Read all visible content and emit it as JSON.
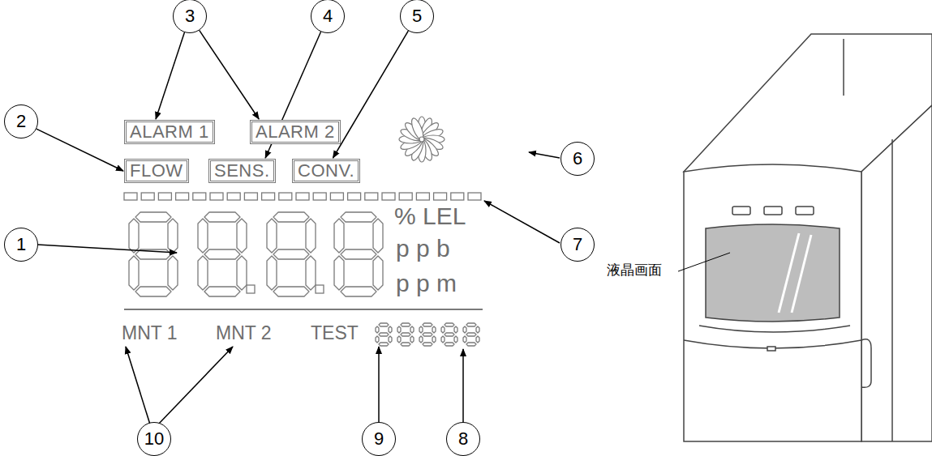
{
  "diagram": {
    "nodes": [
      {
        "text": [
          "3"
        ]
      },
      {
        "text": [
          "4"
        ]
      },
      {
        "text": [
          "5"
        ]
      },
      {
        "text": [
          "2"
        ]
      },
      {
        "text": [
          "ALARM 1"
        ]
      },
      {
        "text": [
          "ALARM 2"
        ]
      },
      {
        "text": [
          "6"
        ]
      },
      {
        "text": [
          "FLOW"
        ]
      },
      {
        "text": [
          "SENS."
        ]
      },
      {
        "text": [
          "CONV."
        ]
      },
      {
        "text": [
          "1"
        ]
      },
      {
        "text": [
          "7"
        ]
      },
      {
        "text": [
          "10"
        ]
      },
      {
        "text": [
          "9"
        ]
      },
      {
        "text": [
          "8"
        ]
      }
    ],
    "edges": [
      {
        "from": 0,
        "to": 4,
        "arrow": "to"
      },
      {
        "from": 0,
        "to": 5,
        "arrow": "to"
      },
      {
        "from": 1,
        "to": 8,
        "arrow": "to"
      },
      {
        "from": 2,
        "to": 9,
        "arrow": "to"
      },
      {
        "from": 3,
        "to": 7,
        "arrow": "to"
      }
    ],
    "labels": [
      "% LEL",
      "p p b",
      "p p m",
      "MNT 1",
      "MNT 2",
      "TEST",
      "液晶画面"
    ]
  }
}
